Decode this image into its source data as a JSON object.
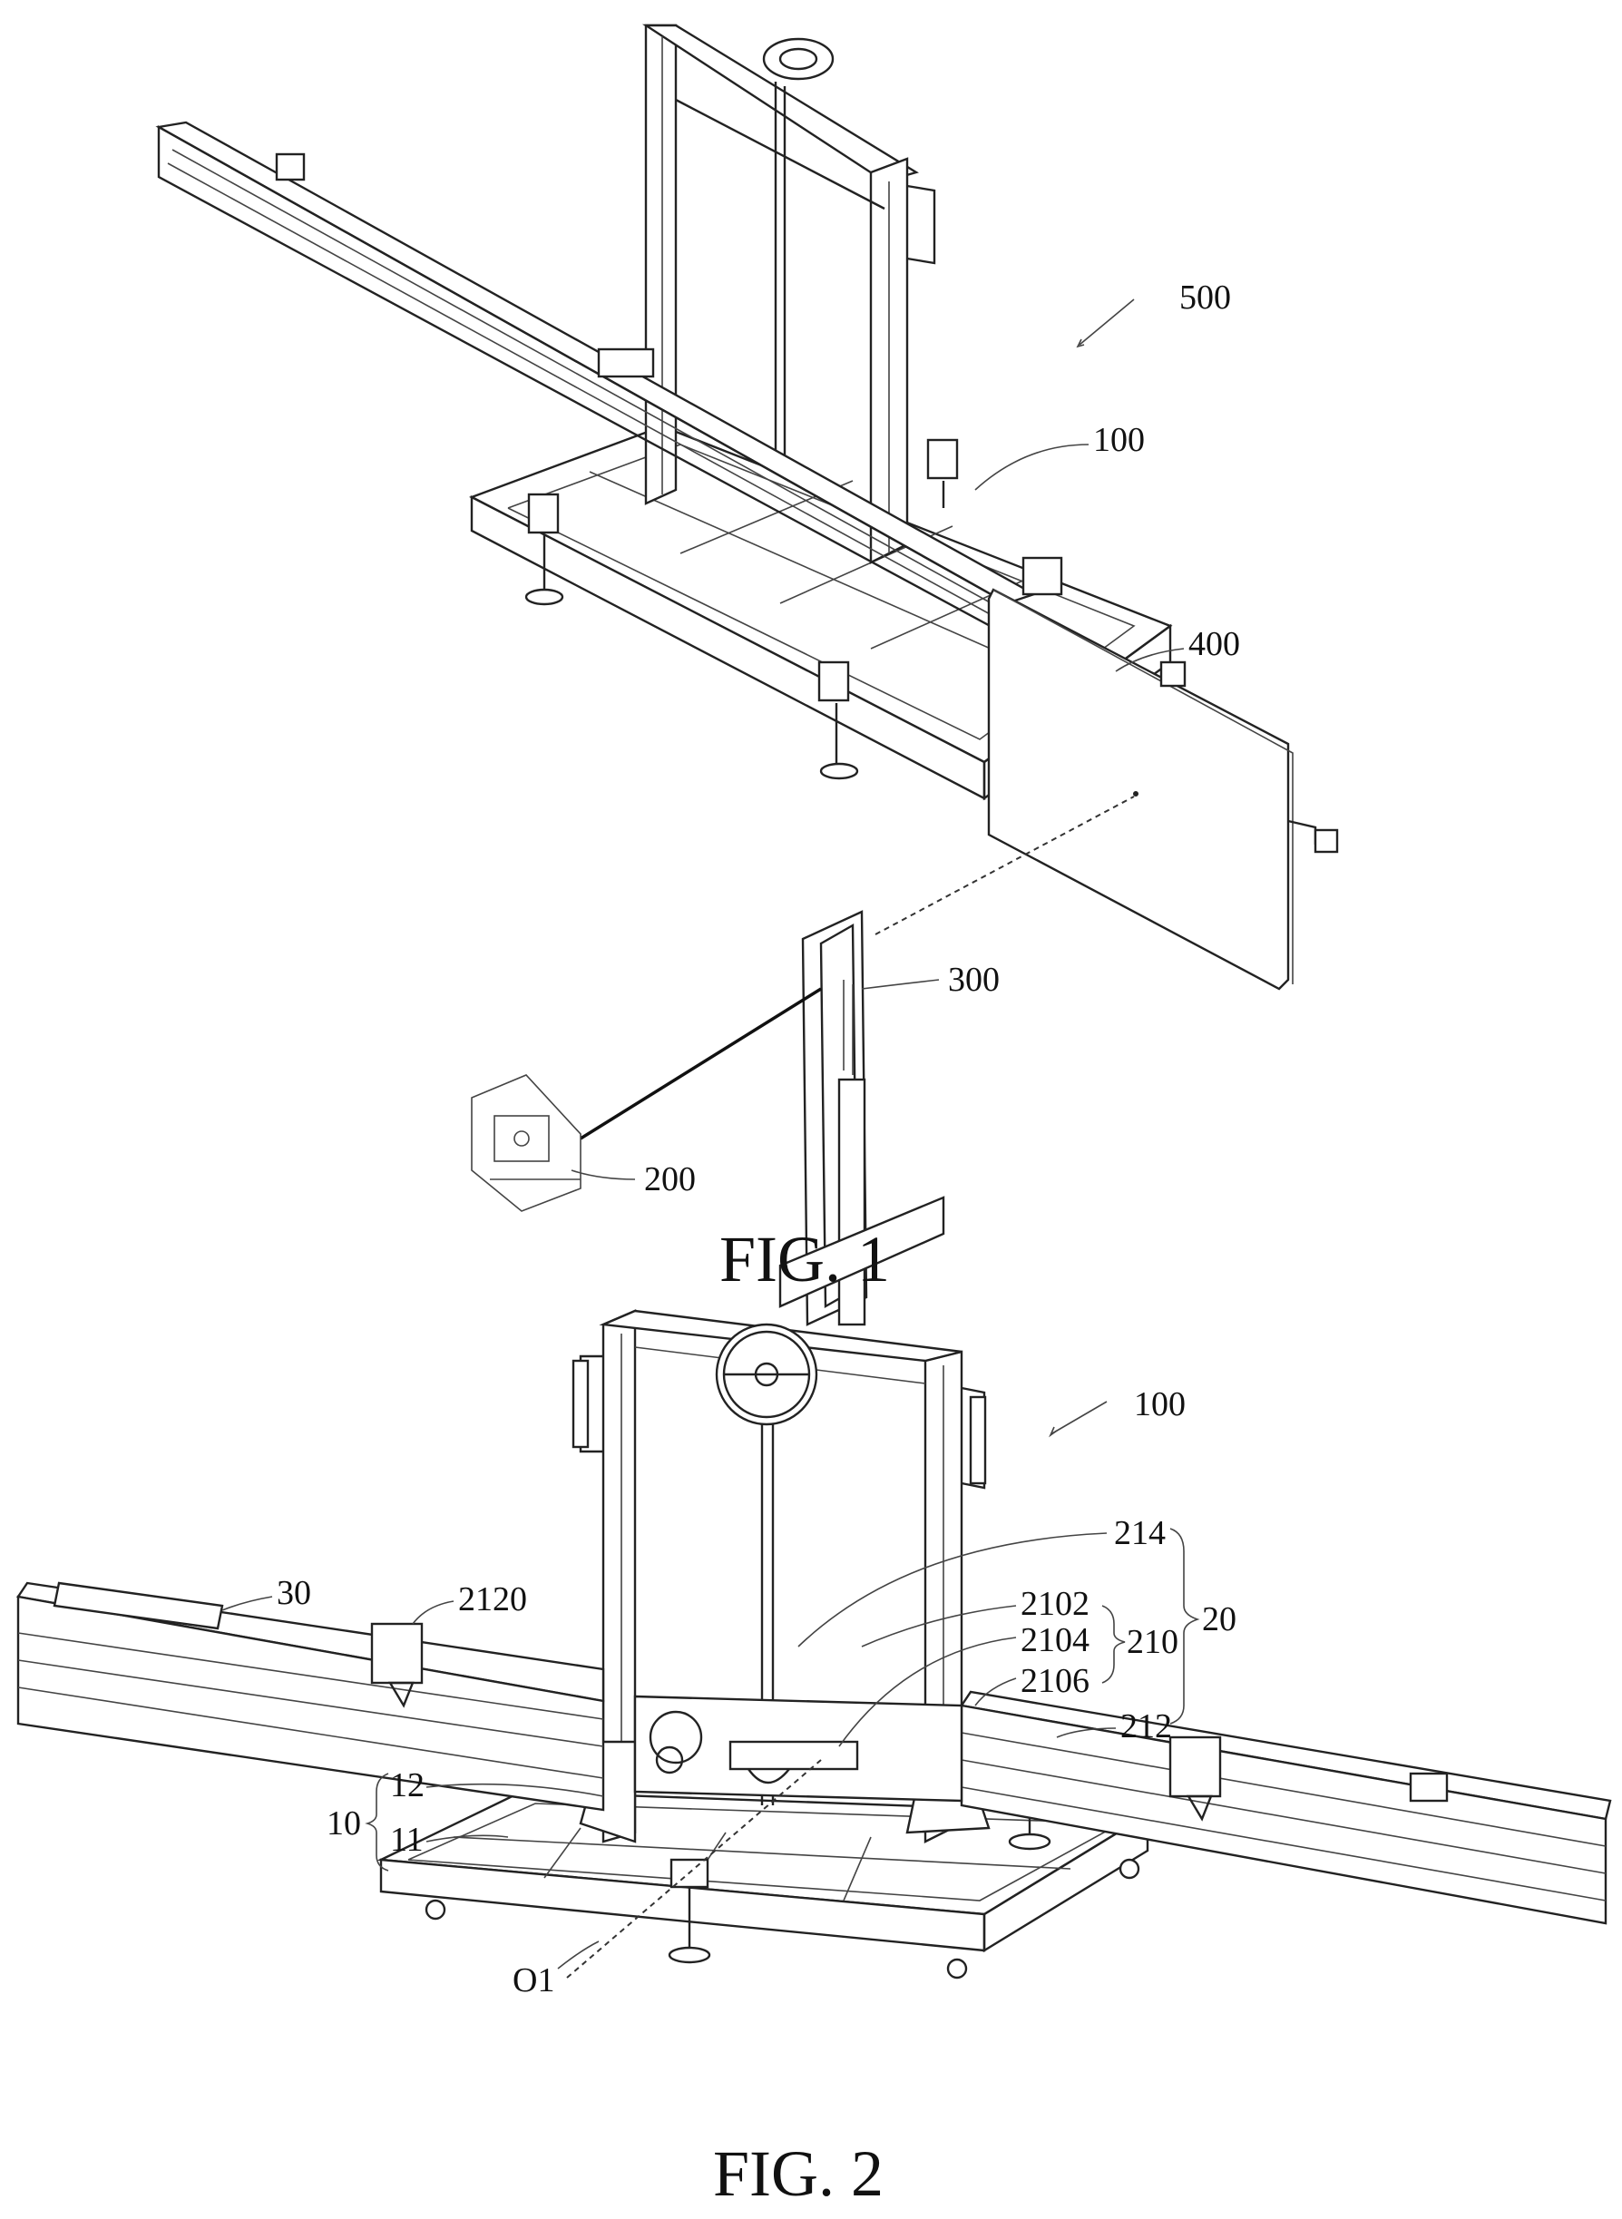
{
  "figures": [
    {
      "id": "fig1",
      "caption": "FIG. 1",
      "labels": [
        "500",
        "100",
        "400",
        "300",
        "200"
      ]
    },
    {
      "id": "fig2",
      "caption": "FIG. 2",
      "labels": [
        "100",
        "214",
        "20",
        "2102",
        "210",
        "2104",
        "2106",
        "212",
        "30",
        "2120",
        "12",
        "10",
        "11",
        "O1"
      ]
    }
  ]
}
